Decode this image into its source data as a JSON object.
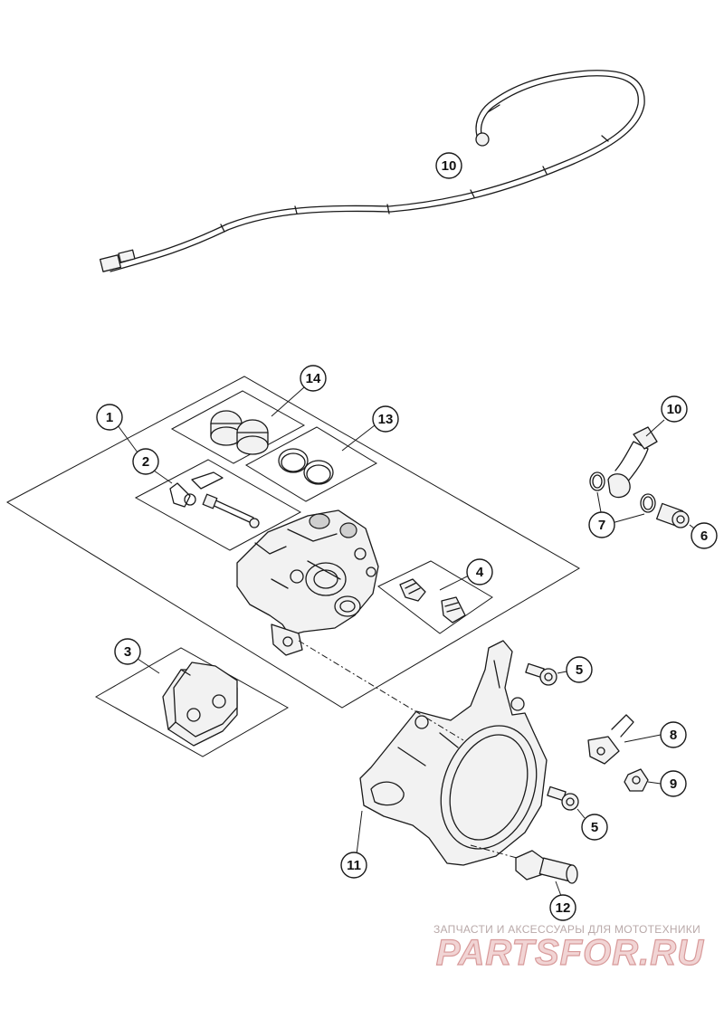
{
  "callouts": [
    {
      "id": "c10a",
      "label": "10"
    },
    {
      "id": "c14",
      "label": "14"
    },
    {
      "id": "c1",
      "label": "1"
    },
    {
      "id": "c13",
      "label": "13"
    },
    {
      "id": "c10b",
      "label": "10"
    },
    {
      "id": "c2",
      "label": "2"
    },
    {
      "id": "c7",
      "label": "7"
    },
    {
      "id": "c6",
      "label": "6"
    },
    {
      "id": "c4",
      "label": "4"
    },
    {
      "id": "c3",
      "label": "3"
    },
    {
      "id": "c5a",
      "label": "5"
    },
    {
      "id": "c8",
      "label": "8"
    },
    {
      "id": "c9",
      "label": "9"
    },
    {
      "id": "c5b",
      "label": "5"
    },
    {
      "id": "c11",
      "label": "11"
    },
    {
      "id": "c12",
      "label": "12"
    }
  ],
  "watermark": {
    "tagline": "ЗАПЧАСТИ И АКСЕССУАРЫ ДЛЯ МОТОТЕХНИКИ",
    "logo": "PARTSFOR.RU"
  }
}
